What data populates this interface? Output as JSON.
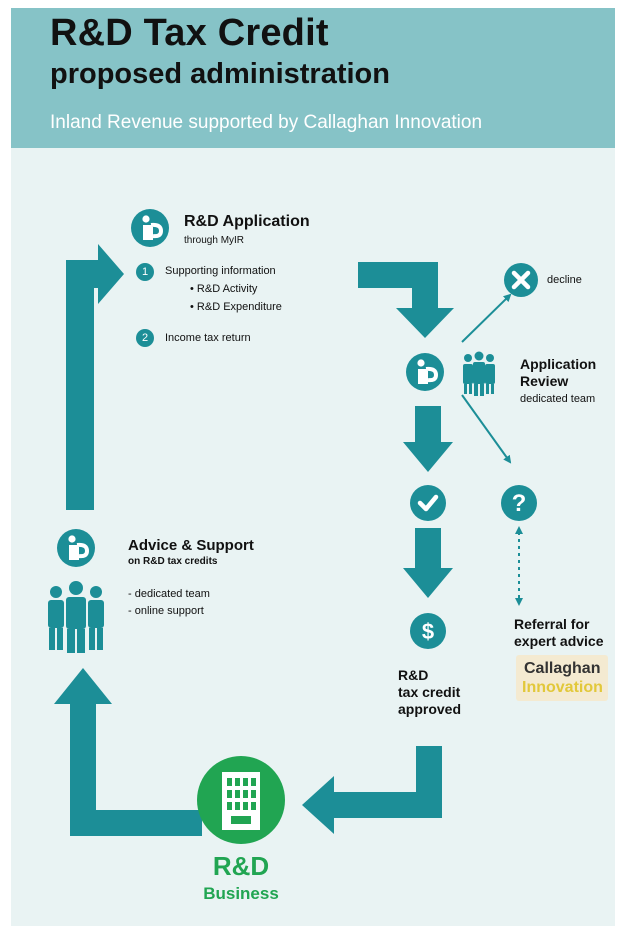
{
  "header": {
    "title_line1": "R&D Tax Credit",
    "title_line2": "proposed administration",
    "subtitle": "Inland Revenue supported by Callaghan Innovation"
  },
  "application": {
    "title": "R&D Application",
    "subtitle": "through MyIR",
    "step1_number": "1",
    "step1_label": "Supporting information",
    "step1_bullets": [
      "• R&D Activity",
      "• R&D Expenditure"
    ],
    "step2_number": "2",
    "step2_label": "Income tax return"
  },
  "decline": {
    "label": "decline"
  },
  "review": {
    "title_line1": "Application",
    "title_line2": "Review",
    "subtitle": "dedicated team"
  },
  "approved": {
    "line1": "R&D",
    "line2": "tax credit",
    "line3": "approved"
  },
  "referral": {
    "line1": "Referral for",
    "line2": "expert advice"
  },
  "callaghan": {
    "line1": "Callaghan",
    "line2": "Innovation"
  },
  "advice": {
    "title": "Advice & Support",
    "subtitle": "on R&D tax credits",
    "items": [
      "- dedicated team",
      "- online support"
    ]
  },
  "business": {
    "line1": "R&D",
    "line2": "Business"
  },
  "colors": {
    "teal": "#1c8e97",
    "header_bg": "#86c3c7",
    "panel_bg": "#e9f3f3",
    "green": "#21a552"
  }
}
